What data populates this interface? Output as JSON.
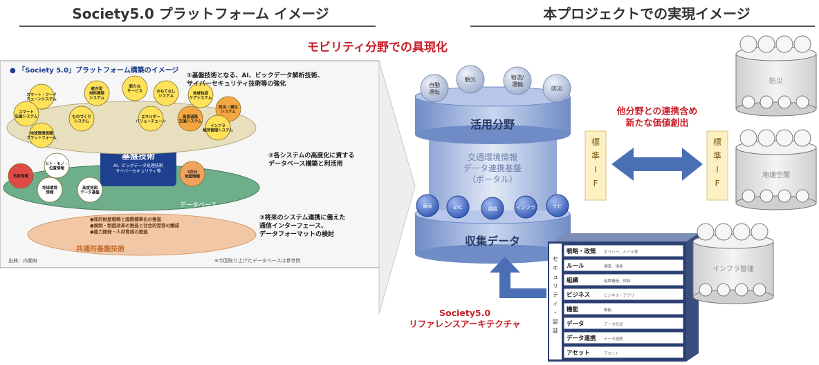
{
  "headers": {
    "left": "Society5.0 プラットフォーム イメージ",
    "right": "本プロジェクトでの実現イメージ"
  },
  "accent_red": "#c8202a",
  "accent_blue": "#4a6fb5",
  "mobility_caption": "モビリティ分野での具現化",
  "left_panel": {
    "title": "● 「Society 5.0」プラットフォーム構築のイメージ",
    "note1": "①基盤技術となる、AI、ビックデータ解析技術、\nサイバーセキュリティ技術等の強化",
    "note2": "②各システムの高度化に資する\nデータベース構築と利活用",
    "note3": "③将来のシステム連携に備えた\n通信インターフェース、\nデータフォーマットの検討",
    "core_title": "基盤技術",
    "core_sub": "AI、ビッグデータ処理技術\nサイバーセキュリティ等",
    "systems": [
      "スマート・フード\nチェーンシステム",
      "統合型\n材料開発\nシステム",
      "新たな\nサービス",
      "おもてなし\nシステム",
      "地域包括\nケアシステム",
      "スマート\n生産システム",
      "ものづくり\nシステム",
      "エネルギー\nバリューチェーン",
      "高度道路\n交通システム",
      "防災・減災\nシステム",
      "インフラ\n維持管理システム",
      "地球環境情報\nプラットフォーム",
      "ヒト・モノ・\n位置情報",
      "地球環境\n情報",
      "高度地図\nデータ基盤",
      "3次元\n地図情報",
      "気象情報"
    ],
    "database_label": "データベース",
    "bottom_bullets": "●知的財産戦略と国際標準化の推進\n●規制・制度改革の推進と社会的受容の醸成\n●能力開発・人材育成の推進",
    "bottom_label": "共通的基盤技術",
    "source": "出典：内閣府",
    "footnote": "※今回取り上げたデータベースは参考例"
  },
  "center_stack": {
    "top_circles": [
      "自動\n運転",
      "観光",
      "物流/\n運輸",
      "防災"
    ],
    "utilization": "活用分野",
    "platform": "交通環境情報\nデータ連携基盤\n（ポータル）",
    "bottom_circles": [
      "車両",
      "ETC",
      "道路",
      "インフラ",
      "ナビ"
    ],
    "collection": "収集データ"
  },
  "std_if_label": "標\n準\nI\nF",
  "cooperation_text": "他分野との連携含め\n新たな価値創出",
  "right_stacks": [
    "防災",
    "地理空間",
    "インフラ管理"
  ],
  "reference_arch": {
    "title": "Society5.0\nリファレンスアーキテクチャ",
    "side_label": "セキュリティ・認証",
    "layers": [
      {
        "name": "戦略・政策",
        "detail": "ポリシー、ルール等"
      },
      {
        "name": "ルール",
        "detail": "標準、規格"
      },
      {
        "name": "組織",
        "detail": "組織構造、体制"
      },
      {
        "name": "ビジネス",
        "detail": "ビジネス・アプリ"
      },
      {
        "name": "機能",
        "detail": "機能"
      },
      {
        "name": "データ",
        "detail": "データ形式"
      },
      {
        "name": "データ連携",
        "detail": "データ連携"
      },
      {
        "name": "アセット",
        "detail": "アセット"
      }
    ]
  }
}
